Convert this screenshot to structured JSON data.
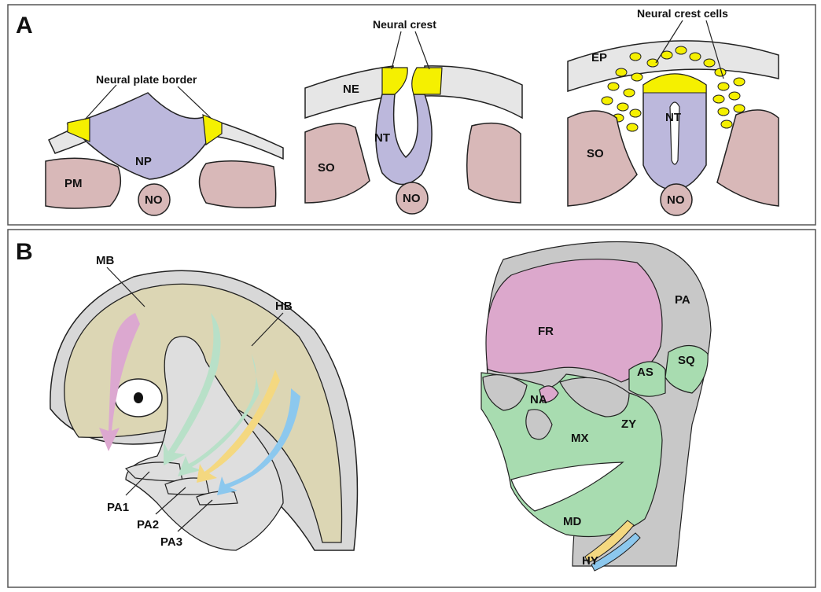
{
  "panel_a": {
    "letter": "A",
    "stage1": {
      "callout": "Neural plate border",
      "np": "NP",
      "pm": "PM",
      "no": "NO"
    },
    "stage2": {
      "callout": "Neural crest",
      "ne": "NE",
      "nt": "NT",
      "so": "SO",
      "no": "NO"
    },
    "stage3": {
      "callout": "Neural crest cells",
      "ep": "EP",
      "nt": "NT",
      "so": "SO",
      "no": "NO"
    }
  },
  "panel_b": {
    "letter": "B",
    "embryo": {
      "mb": "MB",
      "hb": "HB",
      "pa1": "PA1",
      "pa2": "PA2",
      "pa3": "PA3"
    },
    "skull": {
      "fr": "FR",
      "pa": "PA",
      "sq": "SQ",
      "as": "AS",
      "na": "NA",
      "zy": "ZY",
      "mx": "MX",
      "md": "MD",
      "hy": "HY"
    }
  },
  "colors": {
    "neural_plate": "#bcb8dc",
    "border_yellow": "#f5f000",
    "mesoderm_pink": "#d8b8b8",
    "ectoderm_grey": "#dcdcdc",
    "brain_olive": "#dcd6b4",
    "arrow_pink": "#dca8d0",
    "arrow_green": "#b8e0c8",
    "arrow_yellow": "#f4d880",
    "arrow_blue": "#8cc8ee",
    "frontal_pink": "#dca8cc",
    "face_green": "#a8dcb0",
    "skull_grey": "#c8c8c8"
  }
}
